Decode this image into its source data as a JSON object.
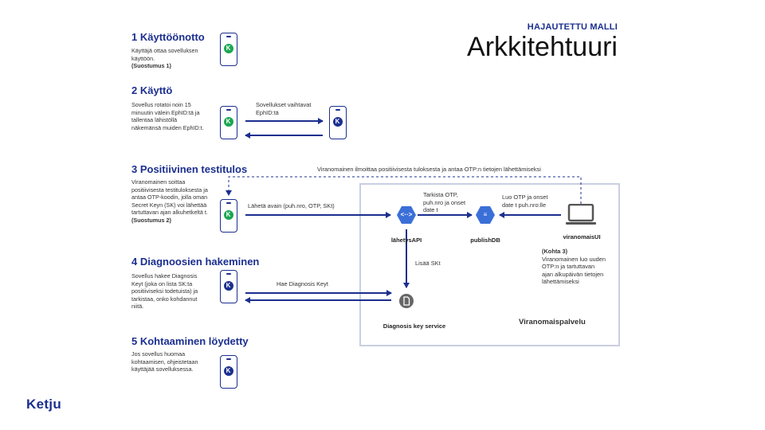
{
  "header": {
    "kicker": "HAJAUTETTU MALLI",
    "title": "Arkkitehtuuri"
  },
  "sections": [
    {
      "title": "1 Käyttöönotto",
      "desc": "Käyttäjä ottaa sovelluksen käyttöön.",
      "consent": "(Suostumus 1)"
    },
    {
      "title": "2 Käyttö",
      "desc": "Sovellus rotatoi noin 15 minuutin välein EphID:tä ja tallentaa lähistöllä näkemänsä muiden EphID:t.",
      "consent": ""
    },
    {
      "title": "3 Positiivinen testitulos",
      "desc": "Viranomainen soittaa positiivisesta testituloksesta ja antaa OTP-koodin, jolla oman Secret Keyn (SK) voi lähettää tartuttavan ajan alkuhetkeltä t.",
      "consent": "(Suostumus 2)"
    },
    {
      "title": "4 Diagnoosien hakeminen",
      "desc": "Sovellus hakee Diagnosis Keyt (joka on lista SK:ta positiiviseksi todetuista) ja tarkistaa, onko kohdannut niitä.",
      "consent": ""
    },
    {
      "title": "5 Kohtaaminen löydetty",
      "desc": "Jos sovellus huomaa kohtaamisen, ohjeistetaan käyttäjää sovelluksessa.",
      "consent": ""
    }
  ],
  "phones": {
    "app_glyph": "K",
    "green_color": "#1aa751",
    "blue_color": "#1b2f8f"
  },
  "arrows": {
    "exchange": "Sovellukset vaihtavat EphID:tä",
    "authority_notify": "Viranomainen ilmoittaa positiivisesta tuloksesta ja antaa OTP:n tietojen lähettämiseksi",
    "send_key": "Lähetä avain (puh.nro, OTP, SKt)",
    "check_otp": "Tarkista OTP, puh.nro ja onset date t",
    "create_otp": "Luo OTP ja onset date t puh.nro:lle",
    "add_sk": "Lisää SKt",
    "fetch_keys": "Hae Diagnosis Keyt"
  },
  "nodes": {
    "api": "lähetysAPI",
    "db": "publishDB",
    "authority_ui": "viranomaisUI",
    "diagnosis": "Diagnosis key service",
    "api_glyph": "<··>"
  },
  "authority_note": {
    "heading": "(Kohta 3)",
    "text": "Viranomainen luo uuden OTP:n ja tartuttavan ajan alkupäivän tietojen lähettämiseksi"
  },
  "service_box": {
    "label": "Viranomaispalvelu"
  },
  "colors": {
    "brand_blue": "#1b2f8f",
    "gcp_blue": "#3b6fd8",
    "box_border": "#c9cfe2"
  },
  "footer": {
    "logo": "Ketju"
  }
}
